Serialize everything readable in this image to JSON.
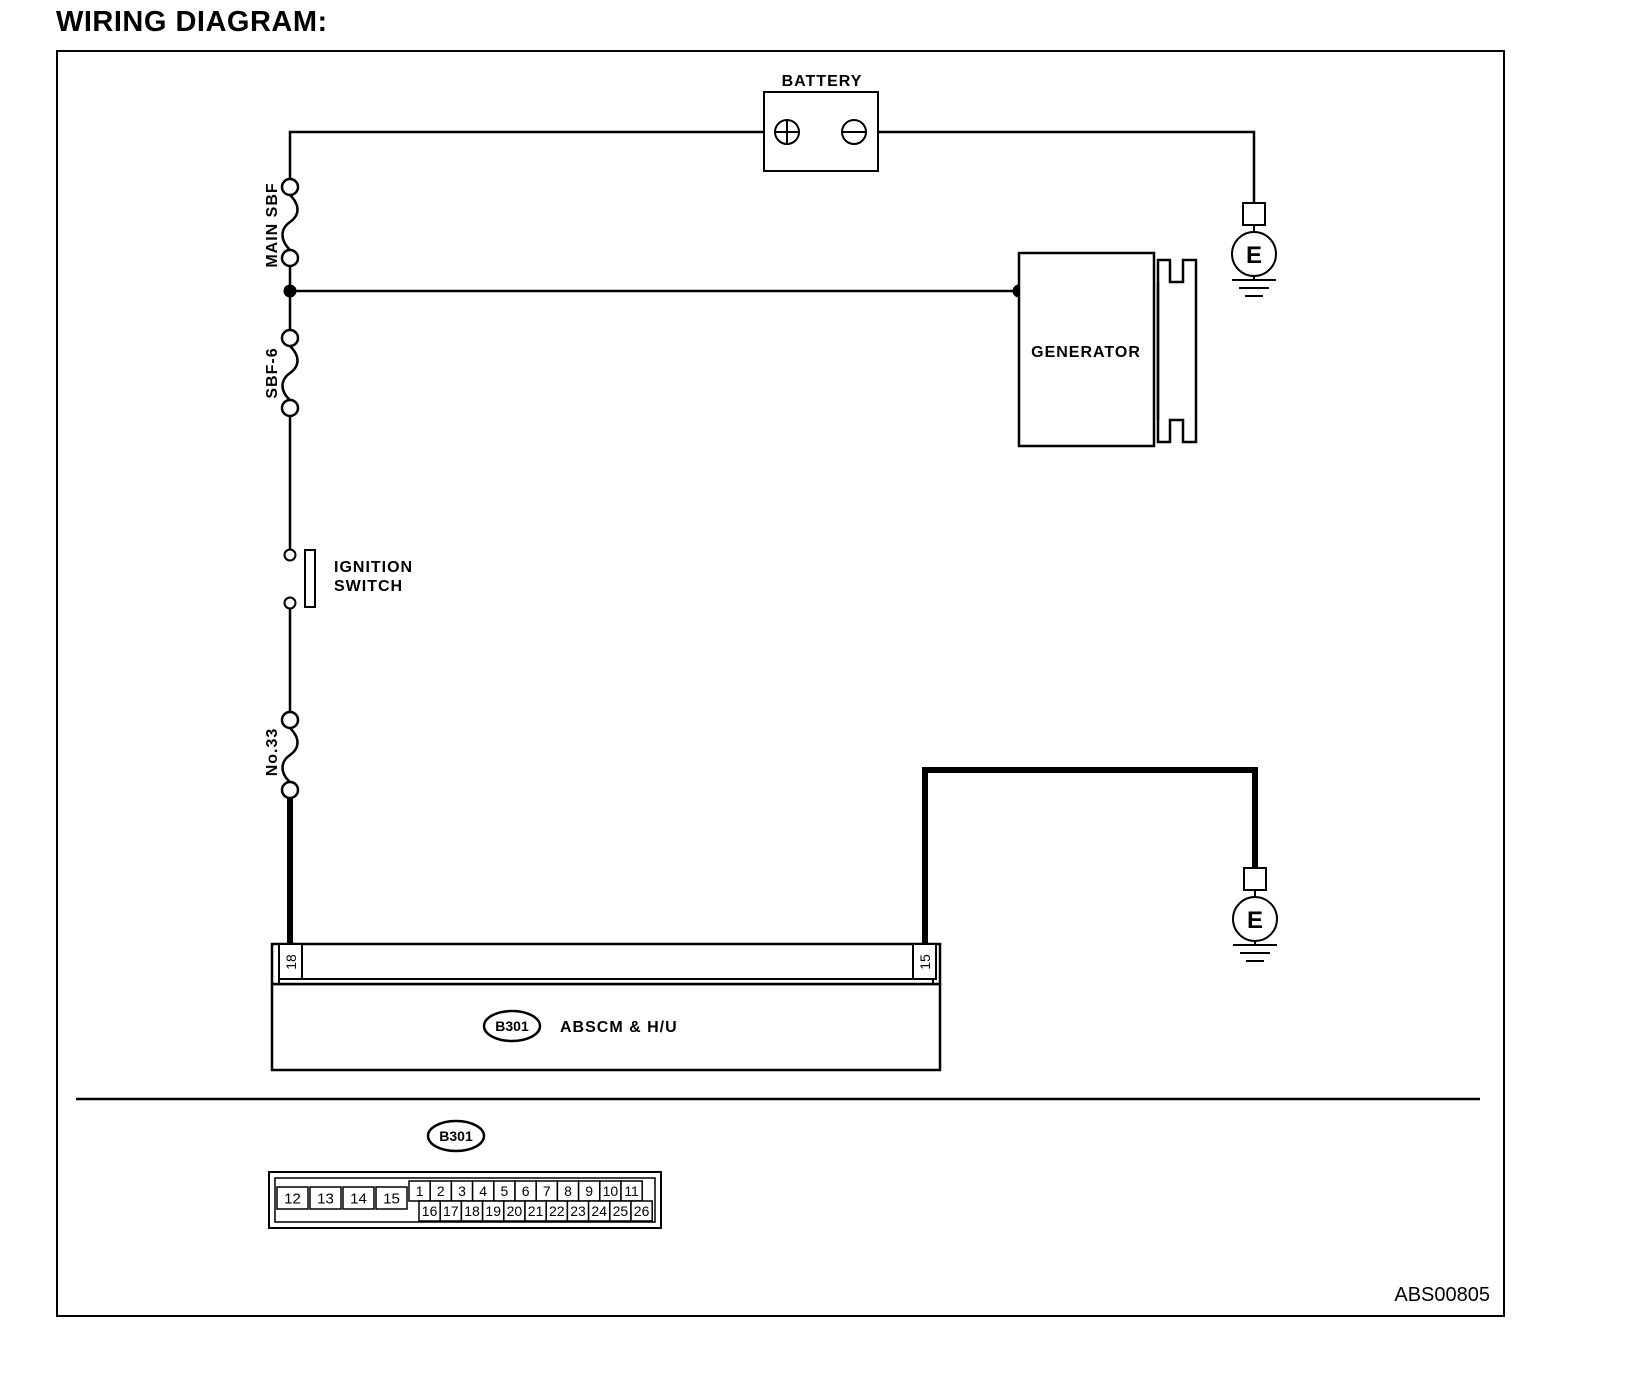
{
  "page": {
    "title": "WIRING DIAGRAM:"
  },
  "diagram": {
    "battery": {
      "label": "BATTERY"
    },
    "fuses": {
      "main_sbf": "MAIN SBF",
      "sbf6": "SBF-6",
      "no33": "No.33"
    },
    "ignition": {
      "line1": "IGNITION",
      "line2": "SWITCH"
    },
    "generator": {
      "label": "GENERATOR"
    },
    "ground": {
      "label": "E"
    },
    "abscm": {
      "connector": "B301",
      "label": "ABSCM & H/U",
      "pin_power": "18",
      "pin_ground": "15"
    },
    "connector_view": {
      "ref": "B301",
      "big_pins": [
        "12",
        "13",
        "14",
        "15"
      ],
      "top_row": [
        "1",
        "2",
        "3",
        "4",
        "5",
        "6",
        "7",
        "8",
        "9",
        "10",
        "11"
      ],
      "bottom_row": [
        "16",
        "17",
        "18",
        "19",
        "20",
        "21",
        "22",
        "23",
        "24",
        "25",
        "26"
      ]
    },
    "figure_code": "ABS00805"
  }
}
